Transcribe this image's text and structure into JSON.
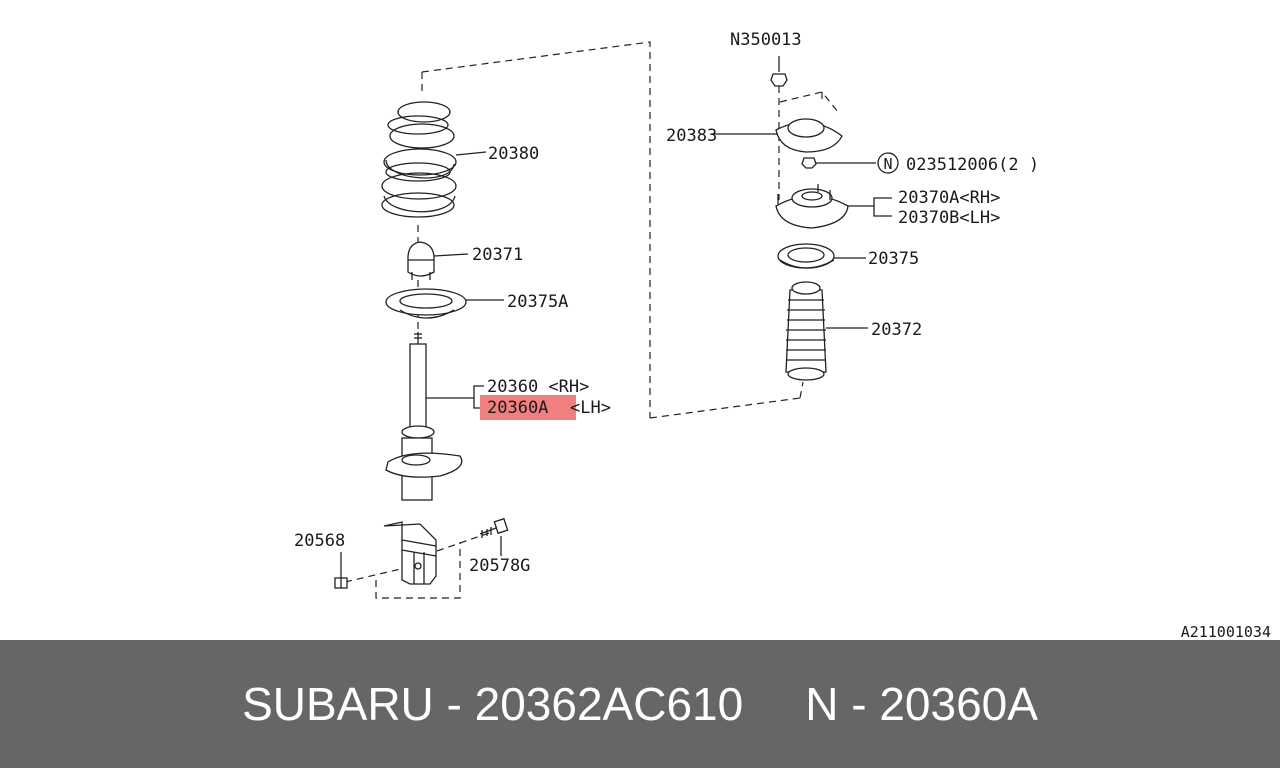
{
  "diagram": {
    "code": "A211001034",
    "highlight_color": "#f08080",
    "labels": {
      "p20380": "20380",
      "p20371": "20371",
      "p20375a": "20375A",
      "p20360_rh": "20360 <RH>",
      "p20360a_part": "20360A",
      "p20360a_side": "<LH>",
      "p20568": "20568",
      "p20578g": "20578G",
      "pn350013": "N350013",
      "p20383": "20383",
      "p_n_marker": "N",
      "p023512006": "023512006(2 )",
      "p20370a": "20370A<RH>",
      "p20370b": "20370B<LH>",
      "p20375": "20375",
      "p20372": "20372"
    }
  },
  "footer": {
    "brand_part": "SUBARU - 20362AC610",
    "oem_part": "N - 20360A"
  }
}
